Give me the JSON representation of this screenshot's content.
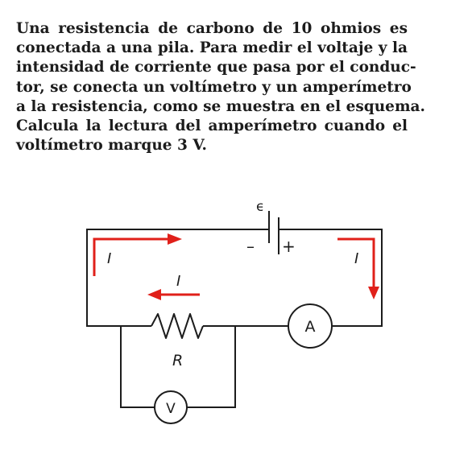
{
  "problem": {
    "lines": [
      "Una resistencia de carbono de 10 ohmios es",
      "conectada a una pila. Para medir el voltaje y la",
      "intensidad de corriente que pasa por el conduc-",
      "tor, se conecta un voltímetro y un amperímetro",
      "a la resistencia, como se muestra en el esquema.",
      "Calcula la lectura del amperímetro cuando el",
      "voltímetro marque 3 V."
    ]
  },
  "circuit": {
    "emf_label": "ϵ",
    "battery_minus": "–",
    "battery_plus": "+",
    "current_label_left": "I",
    "current_label_right": "I",
    "current_label_resistor": "I",
    "resistor_label": "R",
    "ammeter_label": "A",
    "voltmeter_label": "V",
    "arrow_color": "#e0201a",
    "wire_color": "#1c1c1c"
  }
}
